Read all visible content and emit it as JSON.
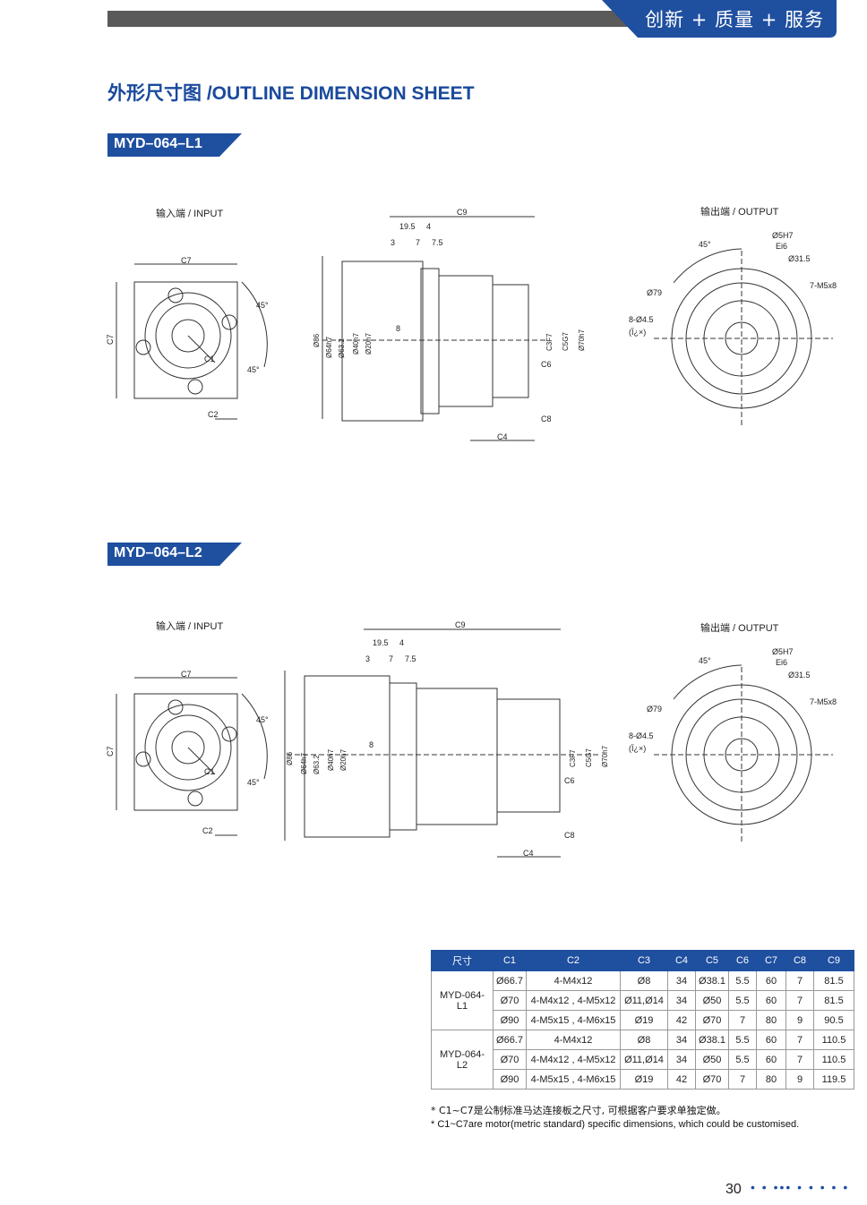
{
  "header": {
    "slogan": "创新 + 质量 + 服务",
    "accent_color": "#1f4f9f"
  },
  "title": "外形尺寸图 /OUTLINE DIMENSION SHEET",
  "models": [
    {
      "tag": "MYD–064–L1",
      "input_label": "输入端 / INPUT",
      "output_label": "输出端 / OUTPUT"
    },
    {
      "tag": "MYD–064–L2",
      "input_label": "输入端 / INPUT",
      "output_label": "输出端 / OUTPUT"
    }
  ],
  "dims": {
    "c7": "C7",
    "c2": "C2",
    "c1": "C1",
    "c9": "C9",
    "c4": "C4",
    "c8": "C8",
    "c6": "C6",
    "c3": "C3F7",
    "c5": "C5G7",
    "d86": "Ø86",
    "d64": "Ø64h7",
    "d632": "Ø63.2",
    "d40": "Ø40h7",
    "d20": "Ø20h7",
    "d70": "Ø70h7",
    "v195": "19.5",
    "v4": "4",
    "v3": "3",
    "v7": "7",
    "v75": "7.5",
    "v8": "8",
    "a45": "45°",
    "d5h7": "Ø5H7",
    "ei6": "Ei6",
    "d315": "Ø31.5",
    "m5x8": "7-M5x8",
    "d79": "Ø79",
    "holes": "8-Ø4.5",
    "holes2": "(Ï¿×)"
  },
  "table": {
    "headers": [
      "尺寸",
      "C1",
      "C2",
      "C3",
      "C4",
      "C5",
      "C6",
      "C7",
      "C8",
      "C9"
    ],
    "groups": [
      {
        "model": "MYD-064-L1",
        "rows": [
          [
            "Ø66.7",
            "4-M4x12",
            "Ø8",
            "34",
            "Ø38.1",
            "5.5",
            "60",
            "7",
            "81.5"
          ],
          [
            "Ø70",
            "4-M4x12 , 4-M5x12",
            "Ø11,Ø14",
            "34",
            "Ø50",
            "5.5",
            "60",
            "7",
            "81.5"
          ],
          [
            "Ø90",
            "4-M5x15 , 4-M6x15",
            "Ø19",
            "42",
            "Ø70",
            "7",
            "80",
            "9",
            "90.5"
          ]
        ]
      },
      {
        "model": "MYD-064-L2",
        "rows": [
          [
            "Ø66.7",
            "4-M4x12",
            "Ø8",
            "34",
            "Ø38.1",
            "5.5",
            "60",
            "7",
            "110.5"
          ],
          [
            "Ø70",
            "4-M4x12 , 4-M5x12",
            "Ø11,Ø14",
            "34",
            "Ø50",
            "5.5",
            "60",
            "7",
            "110.5"
          ],
          [
            "Ø90",
            "4-M5x15 , 4-M6x15",
            "Ø19",
            "42",
            "Ø70",
            "7",
            "80",
            "9",
            "119.5"
          ]
        ]
      }
    ]
  },
  "notes": {
    "cn": "* C1~C7是公制标准马达连接板之尺寸, 可根据客户要求单独定做。",
    "en": "* C1~C7are motor(metric standard)  specific dimensions, which could be customised."
  },
  "footer": {
    "page": "30",
    "dots": "• • ••• • • • • •"
  }
}
